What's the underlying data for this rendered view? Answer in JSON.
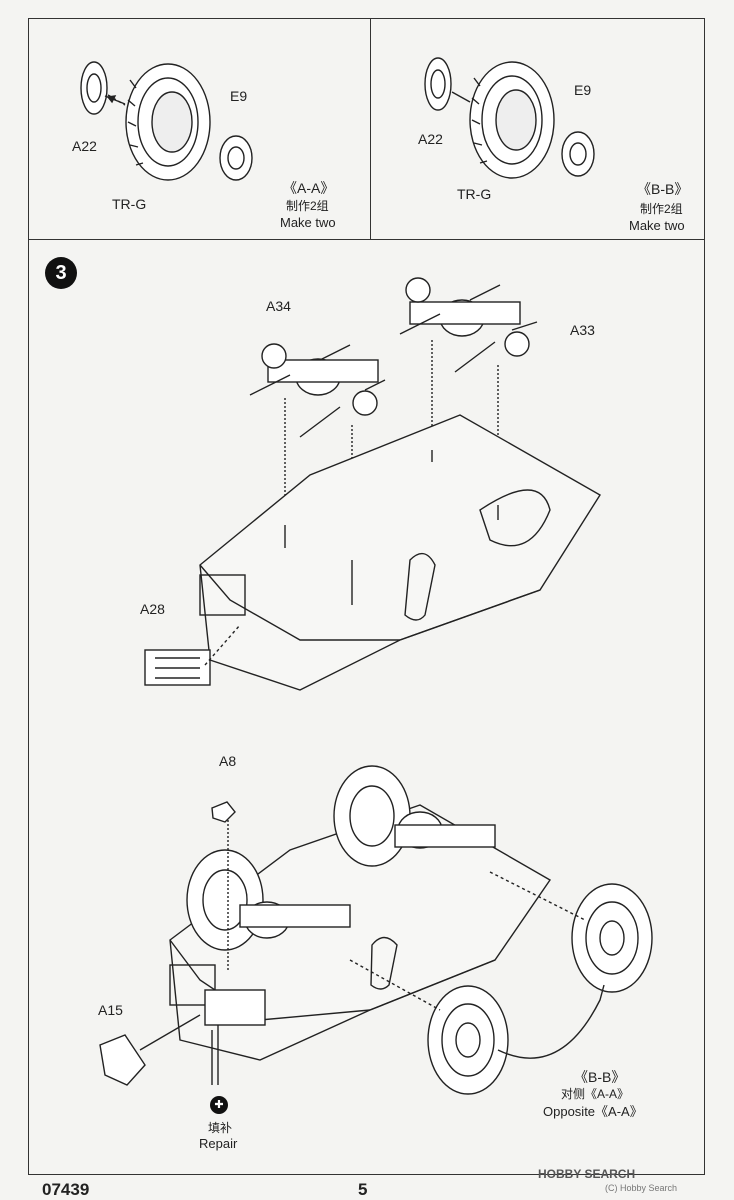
{
  "panel_aa": {
    "part_a22": "A22",
    "part_e9": "E9",
    "part_tr": "TR-G",
    "title": "《A-A》",
    "qty_cn": "制作2组",
    "qty_en": "Make two"
  },
  "panel_bb": {
    "part_a22": "A22",
    "part_e9": "E9",
    "part_tr": "TR-G",
    "title": "《B-B》",
    "qty_cn": "制作2组",
    "qty_en": "Make two"
  },
  "step3": {
    "number": "3",
    "part_a34": "A34",
    "part_a33": "A33",
    "part_a28": "A28",
    "part_a8": "A8",
    "part_a15": "A15",
    "bb_label": "《B-B》",
    "opposite_cn": "对侧《A-A》",
    "opposite_en": "Opposite《A-A》",
    "repair_cn": "填补",
    "repair_en": "Repair"
  },
  "footer": {
    "code": "07439",
    "page": "5",
    "watermark": "HOBBY SEARCH",
    "watermark_sub": "(C) Hobby Search"
  }
}
